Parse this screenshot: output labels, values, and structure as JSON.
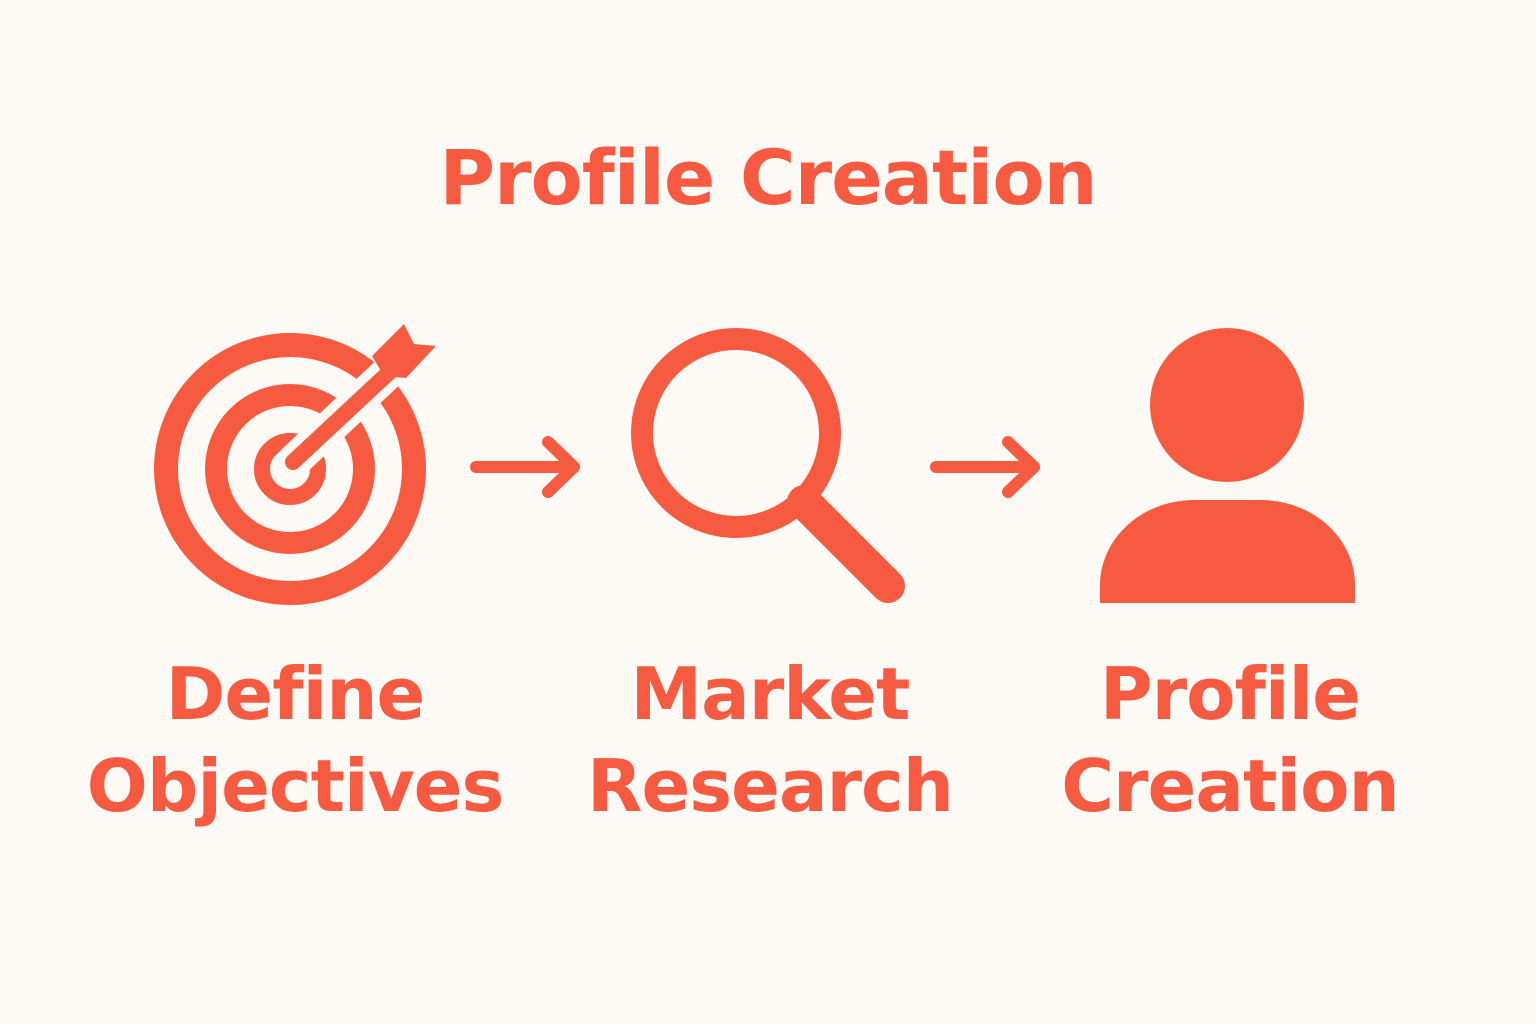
{
  "title": "Profile Creation",
  "accent_color": "#F65A41",
  "background_color": "#FDFAF6",
  "steps": [
    {
      "icon": "target-arrow-icon",
      "line1": "Define",
      "line2": "Objectives"
    },
    {
      "icon": "magnifying-glass-icon",
      "line1": "Market",
      "line2": "Research"
    },
    {
      "icon": "user-icon",
      "line1": "Profile",
      "line2": "Creation"
    }
  ],
  "connectors": [
    "arrow-right-icon",
    "arrow-right-icon"
  ]
}
